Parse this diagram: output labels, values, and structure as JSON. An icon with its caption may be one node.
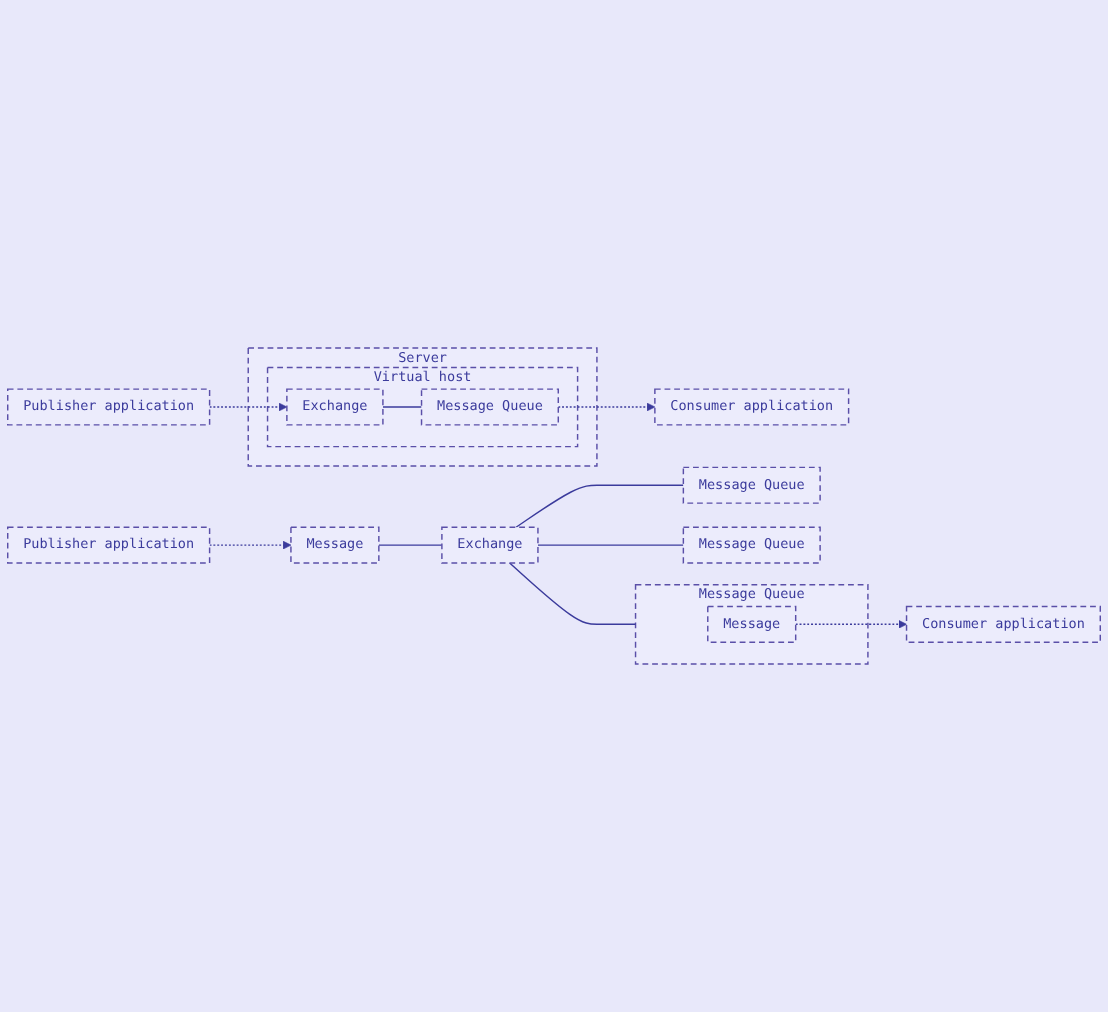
{
  "diagram": {
    "nodes": [
      {
        "text": [
          "Server"
        ]
      },
      {
        "text": [
          "Virtual host"
        ],
        "in": 0
      },
      {
        "text": [
          "Exchange"
        ],
        "in": 1
      },
      {
        "text": [
          "Publisher application"
        ]
      },
      {
        "text": [
          "Message Queue"
        ],
        "in": 1
      },
      {
        "text": [
          "Consumer application"
        ]
      },
      {
        "text": [
          "Publisher application"
        ]
      },
      {
        "text": [
          "Message"
        ]
      },
      {
        "text": [
          "Exchange"
        ]
      },
      {
        "text": [
          "Message Queue"
        ]
      },
      {
        "text": [
          "Message"
        ],
        "in": 9
      },
      {
        "text": [
          "Message Queue"
        ]
      },
      {
        "text": [
          "Message Queue"
        ]
      },
      {
        "text": [
          "Consumer application"
        ]
      }
    ],
    "edges": [
      {
        "from": 3,
        "to": 2,
        "arrow": "to",
        "style": "dashed"
      },
      {
        "from": 2,
        "to": 4,
        "arrow": "none"
      },
      {
        "from": 4,
        "to": 5,
        "arrow": "to",
        "style": "dashed"
      },
      {
        "from": 6,
        "to": 7,
        "arrow": "to",
        "style": "dashed"
      },
      {
        "from": 7,
        "to": 8,
        "arrow": "none"
      },
      {
        "from": 8,
        "to": 9,
        "arrow": "none"
      },
      {
        "from": 8,
        "to": 11,
        "arrow": "none"
      },
      {
        "from": 8,
        "to": 12,
        "arrow": "none"
      },
      {
        "from": 10,
        "to": 13,
        "arrow": "to",
        "style": "dashed"
      }
    ]
  }
}
